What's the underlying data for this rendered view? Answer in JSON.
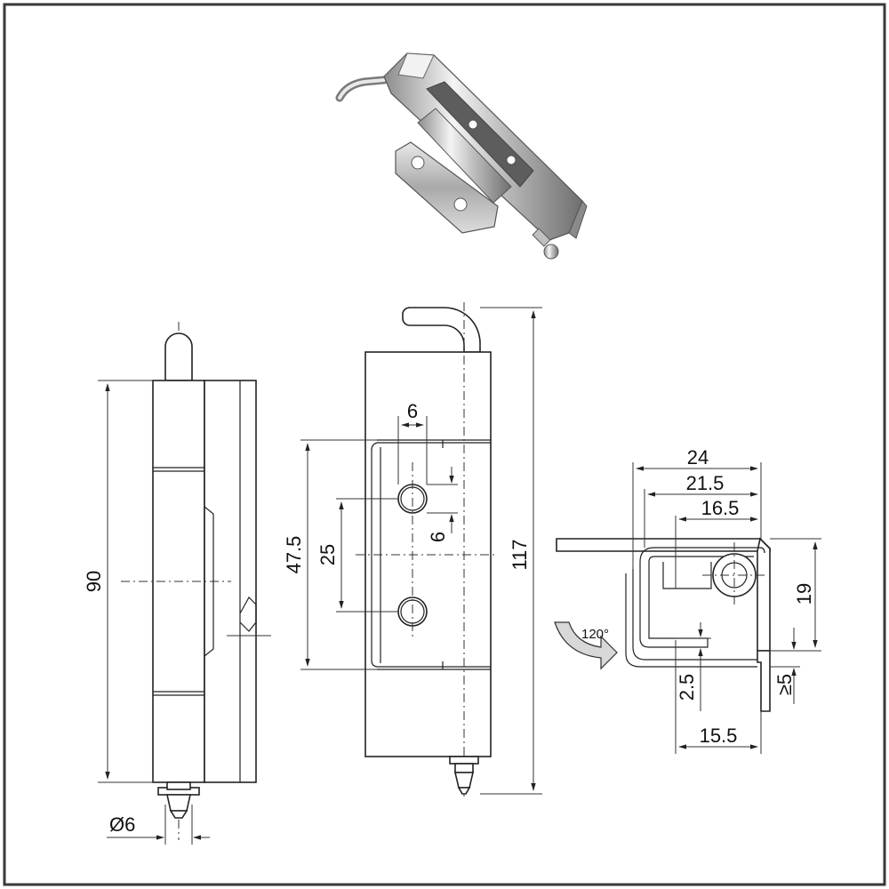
{
  "dimensions": {
    "side_height": "90",
    "pin_diameter": "Ø6",
    "front_hole_width": "6",
    "front_hole_height": "6",
    "front_hole_spacing": "25",
    "front_leaf_length": "47.5",
    "front_total_length": "117",
    "top_w1": "24",
    "top_w2": "21.5",
    "top_w3": "16.5",
    "top_h19": "19",
    "top_gap": "≥5",
    "top_thickness": "2.5",
    "top_bottom_width": "15.5",
    "rotation_angle": "120°"
  },
  "colors": {
    "background": "#ffffff",
    "frame": "#3a3a3a",
    "line": "#222222",
    "rotation_arrow": "#d8d8d8"
  }
}
